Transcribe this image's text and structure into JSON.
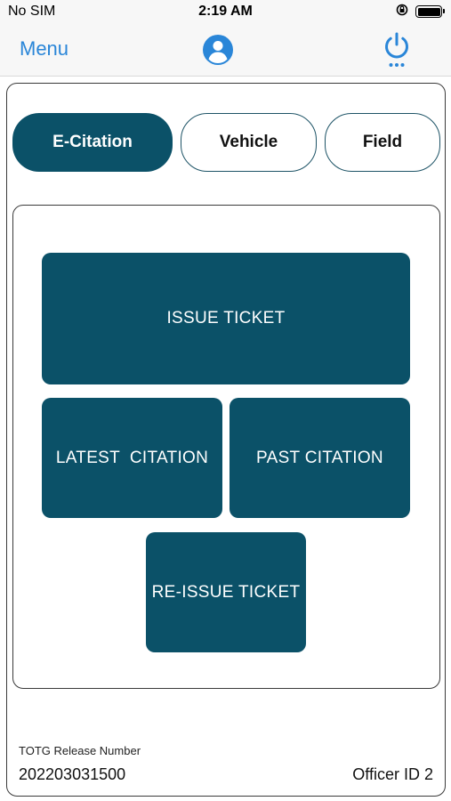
{
  "status_bar": {
    "carrier": "No SIM",
    "time": "2:19 AM"
  },
  "nav": {
    "menu_label": "Menu",
    "profile_icon": "person-circle-icon",
    "power_icon": "power-icon"
  },
  "colors": {
    "accent": "#0b5168",
    "link": "#2a86d8"
  },
  "tabs": [
    {
      "label": "E-Citation",
      "active": true
    },
    {
      "label": "Vehicle",
      "active": false
    },
    {
      "label": "Field",
      "active": false
    }
  ],
  "actions": {
    "issue_ticket": "ISSUE TICKET",
    "latest_citation": "LATEST  CITATION",
    "past_citation": "PAST CITATION",
    "reissue_ticket": "RE-ISSUE TICKET"
  },
  "footer": {
    "release_label": "TOTG Release Number",
    "release_number": "202203031500",
    "officer_id": "Officer ID  2"
  }
}
